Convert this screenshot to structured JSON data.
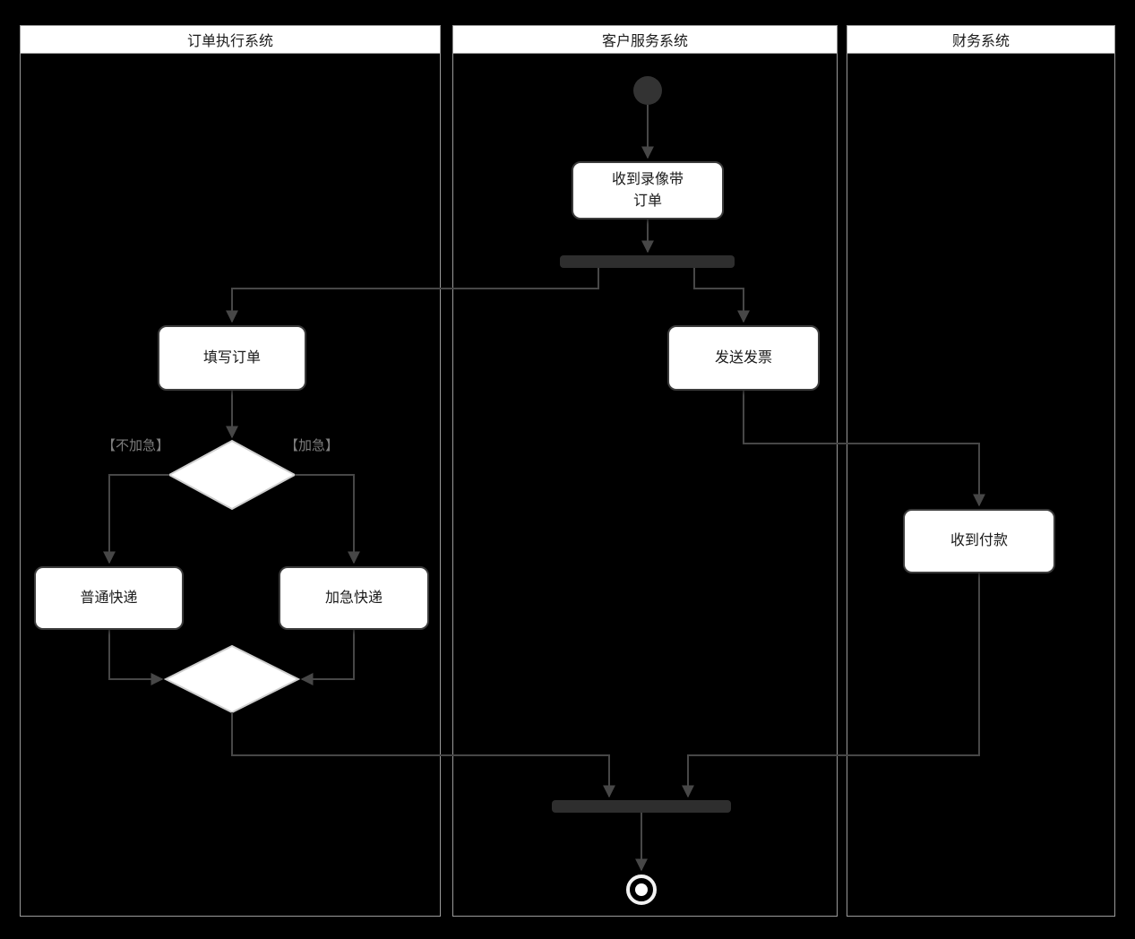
{
  "diagram": {
    "type": "uml-activity-swimlane",
    "colors": {
      "background": "#000000",
      "lane_header_bg": "#ffffff",
      "lane_border": "#9a9a9a",
      "node_bg": "#ffffff",
      "node_border": "#3c3c3c",
      "node_text": "#1a1a1a",
      "edge": "#474747",
      "fork_join_bar": "#2e2e2e",
      "start_node": "#333333",
      "final_node_ring": "#f2f2f2",
      "condition_label_text": "#7d7d7d"
    },
    "lanes": [
      {
        "title": "订单执行系统"
      },
      {
        "title": "客户服务系统"
      },
      {
        "title": "财务系统"
      }
    ],
    "nodes": {
      "receive_order": "收到录像带\n订单",
      "fill_order": "填写订单",
      "send_invoice": "发送发票",
      "ordinary_express": "普通快递",
      "urgent_express": "加急快递",
      "receive_payment": "收到付款"
    },
    "edge_labels": {
      "not_urgent": "【不加急】",
      "urgent": "【加急】"
    }
  }
}
